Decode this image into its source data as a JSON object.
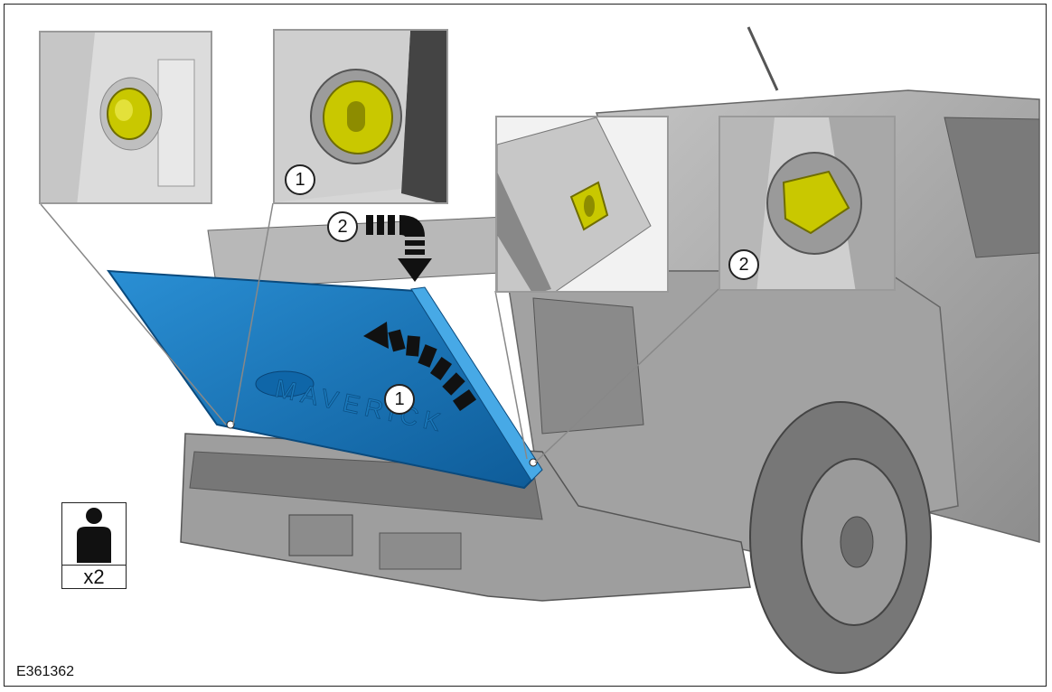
{
  "figure_id": "E361362",
  "callouts": {
    "one": "1",
    "two": "2"
  },
  "personnel": {
    "icon": "person-icon",
    "count": "x2"
  },
  "colors": {
    "tailgate": "#1f7fc4",
    "tailgate_dark": "#0d5a95",
    "pin": "#c9c800",
    "truck": "#a9a9a9",
    "inset_border": "#9a9a9a"
  }
}
